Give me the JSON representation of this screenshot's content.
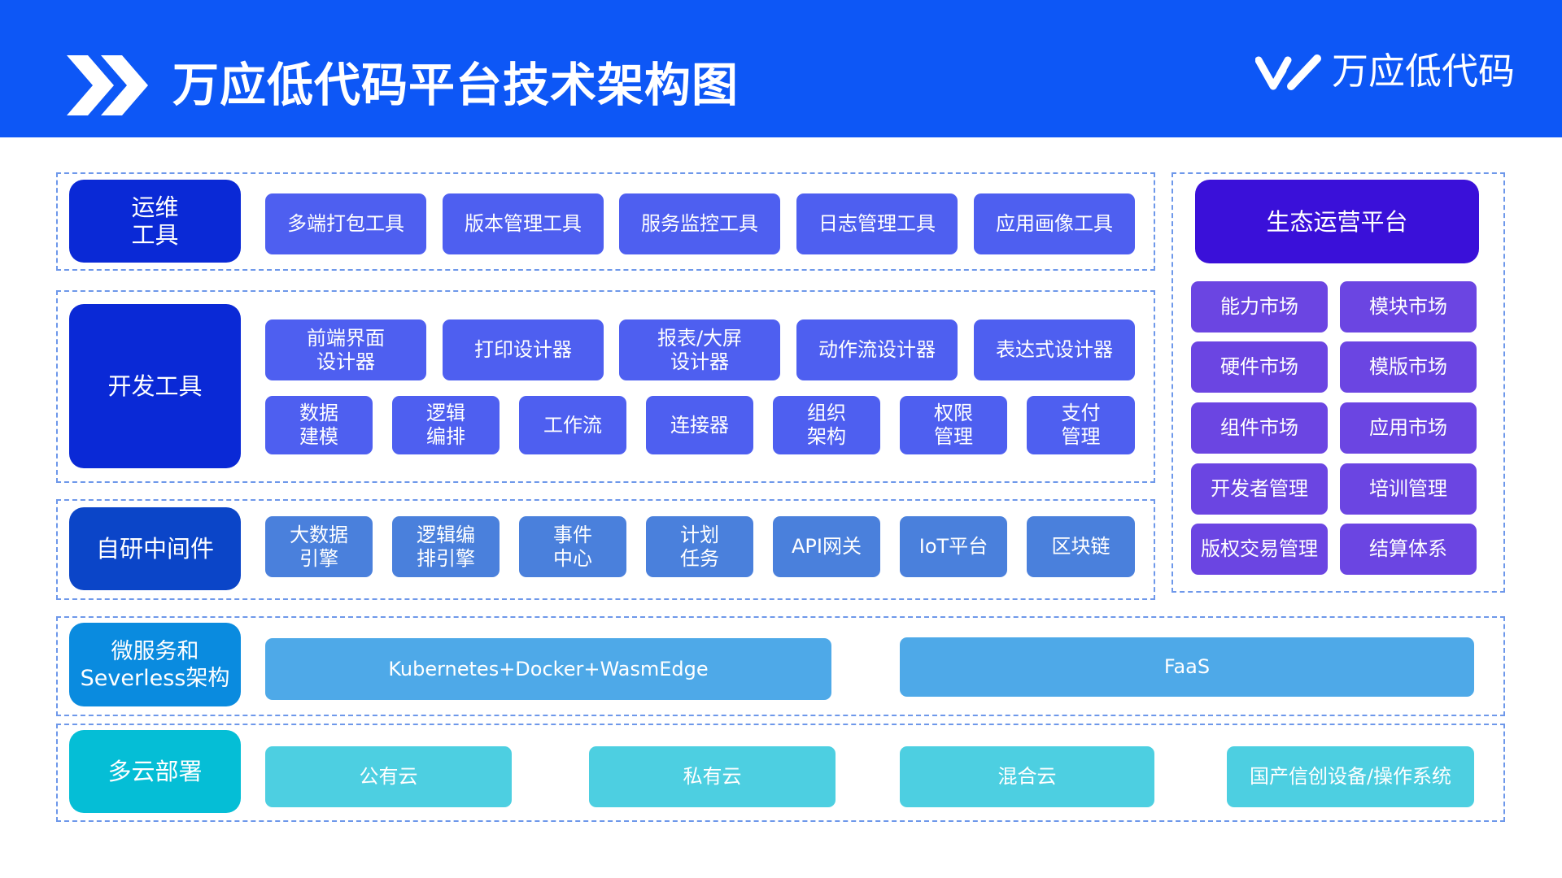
{
  "header": {
    "title": "万应低代码平台技术架构图",
    "brand_name": "万应低代码",
    "icons": [
      "chevron-right-icon",
      "chevron-right-icon",
      "brand-logo-icon"
    ],
    "colors": {
      "header_bg": "#0d57f6"
    }
  },
  "rows": {
    "ops": {
      "label": "运维\n工具",
      "items": [
        "多端打包工具",
        "版本管理工具",
        "服务监控工具",
        "日志管理工具",
        "应用画像工具"
      ]
    },
    "dev": {
      "label": "开发工具",
      "items_top": [
        "前端界面\n设计器",
        "打印设计器",
        "报表/大屏\n设计器",
        "动作流设计器",
        "表达式设计器"
      ],
      "items_bottom": [
        "数据\n建模",
        "逻辑\n编排",
        "工作流",
        "连接器",
        "组织\n架构",
        "权限\n管理",
        "支付\n管理"
      ]
    },
    "middleware": {
      "label": "自研中间件",
      "items": [
        "大数据\n引擎",
        "逻辑编\n排引擎",
        "事件\n中心",
        "计划\n任务",
        "API网关",
        "IoT平台",
        "区块链"
      ]
    },
    "microservice": {
      "label": "微服务和\nSeverless架构",
      "items": [
        "Kubernetes+Docker+WasmEdge",
        "FaaS"
      ]
    },
    "cloud": {
      "label": "多云部署",
      "items": [
        "公有云",
        "私有云",
        "混合云",
        "国产信创设备/操作系统"
      ]
    }
  },
  "ecosystem": {
    "title": "生态运营平台",
    "items": [
      "能力市场",
      "模块市场",
      "硬件市场",
      "模版市场",
      "组件市场",
      "应用市场",
      "开发者管理",
      "培训管理",
      "版权交易管理",
      "结算体系"
    ]
  },
  "colors": {
    "ops_label": "#0a29d6",
    "dev_label": "#0a29d6",
    "middleware_label": "#0b45c8",
    "microservice_label": "#0a8bdf",
    "cloud_label": "#05bed6",
    "ecosystem_title": "#3a10d9",
    "tool_item": "#4e5ff0",
    "middleware_item": "#4a80dc",
    "market_item": "#6b45e2",
    "microservice_item": "#4ea9e8",
    "cloud_item": "#4dcfe1",
    "dashed_border": "#6e98ea"
  }
}
